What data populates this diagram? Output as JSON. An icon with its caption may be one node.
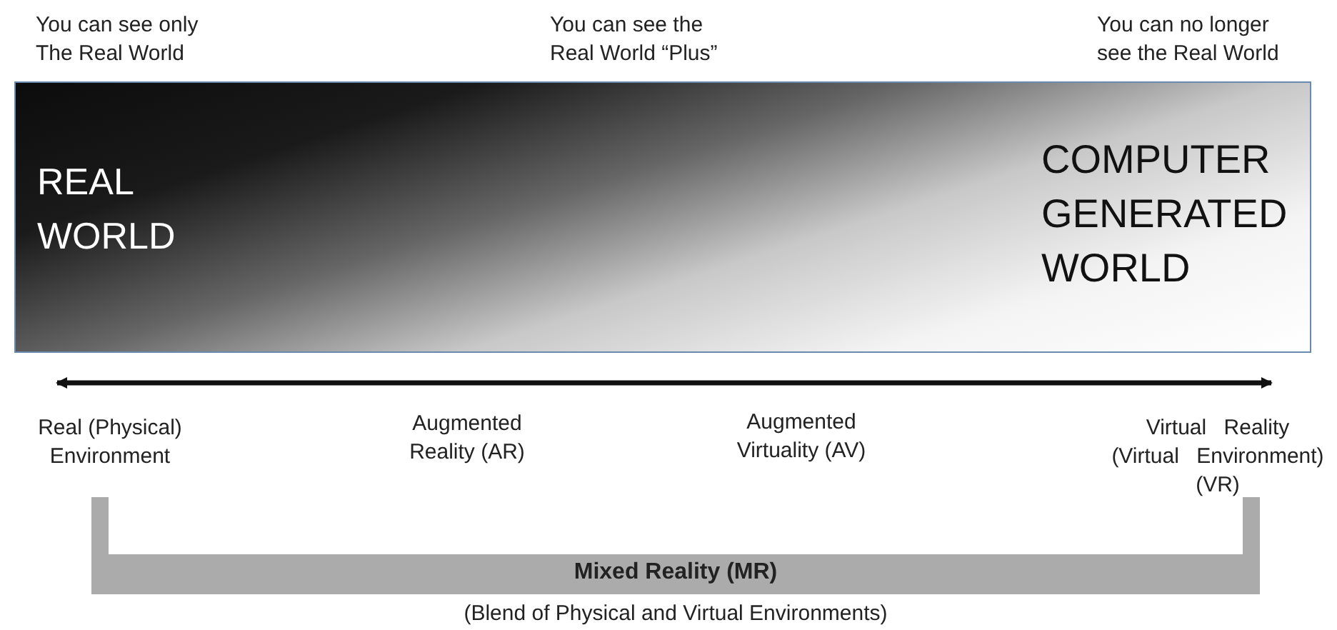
{
  "diagram": {
    "nodes": [
      {
        "text": [
          "REAL WORLD",
          "COMPUTER GENERATED WORLD"
        ]
      },
      {
        "text": [
          "Mixed Reality (MR)"
        ],
        "beside": [
          "(Blend of Physical and Virtual Environments)"
        ]
      }
    ],
    "labels": [
      "You can see only The Real World",
      "You can see the Real World “Plus”",
      "You can no longer see the Real World",
      "Real (Physical) Environment",
      "Augmented Reality (AR)",
      "Augmented Virtuality (AV)",
      "Virtual Reality (Virtual Environment) (VR)"
    ]
  }
}
